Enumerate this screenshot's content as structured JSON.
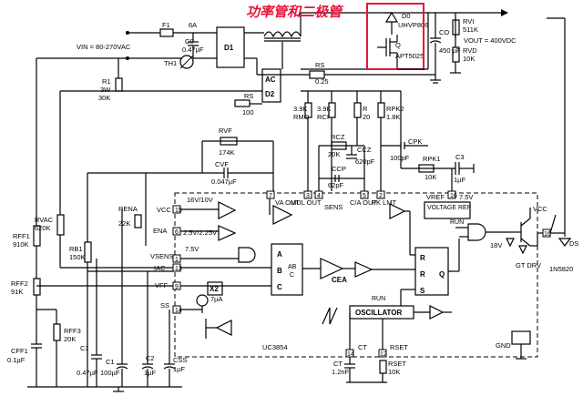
{
  "annotation": "功率管和二极管",
  "input": {
    "label": "VIN = 80-270VAC"
  },
  "output": {
    "label": "VOUT = 400VDC"
  },
  "chip": {
    "name": "UC3854"
  },
  "labels": {
    "f1": "F1",
    "f1v": "6A",
    "c0": "C0",
    "c0v": "0.47µF",
    "th1": "TH1",
    "d1": "D1",
    "d0": "D0",
    "d0v": "UHVP806",
    "q": "Q",
    "qv": "APT5025",
    "rvi": "RVI",
    "rviv": "511K",
    "co": "CO",
    "cov": "450 µF",
    "rvd": "RVD",
    "rvdv": "10K",
    "rs": "RS",
    "rsv": "0.25",
    "r1": "R1",
    "r1v": "3W",
    "r1v2": "30K",
    "rs2": "RS",
    "rs2v": "100",
    "ac": "AC",
    "d2": "D2",
    "rmo": "RMO",
    "rmov": "3.9K",
    "rci": "RCI",
    "rciv": "3.9K",
    "r20": "R",
    "r20v": "20",
    "rpk2": "RPK2",
    "rpk2v": "1.8K",
    "rvf": "RVF",
    "rvfv": "174K",
    "cvf": "CVF",
    "cvfv": "0.047µF",
    "rcz": "RCZ",
    "rczv": "20K",
    "ccz": "CCZ",
    "cczv": "620pF",
    "ccp": "CCP",
    "ccpv": "62pF",
    "cpk": "CPK",
    "cpkv": "100pF",
    "rpk1": "RPK1",
    "rpk1v": "10K",
    "c3": "C3",
    "c3v": "1µF",
    "vaout": "VA OUT",
    "mulout": "MUL OUT",
    "sens": "SENS",
    "caout": "C/A OUT",
    "pklmt": "PK LMT",
    "vref": "VREF",
    "vrefv": "7.5V",
    "vreg": "VOLTAGE REF",
    "run": "RUN",
    "vcc": "VCC",
    "rena": "RENA",
    "r22k": "22K",
    "l16v": "16V/10V",
    "ena": "ENA",
    "l25v": "2.5V/2.25V",
    "vsens": "VSENS",
    "iac": "IAC",
    "l75v": "7.5V",
    "vff": "VFF",
    "ss": "SS",
    "l7ua": "7µA",
    "x2": "X2",
    "cea": "CEA",
    "osc": "OSCILLATOR",
    "run2": "RUN",
    "rff1": "RFF1",
    "rff1v": "910K",
    "rvac": "RVAC",
    "rvacv": "620K",
    "rb1": "RB1",
    "rb1v": "150K",
    "rff2": "RFF2",
    "rff2v": "91K",
    "rff3": "RFF3",
    "rff3v": "20K",
    "cff1": "CFF1",
    "cff1v": "0.1µF",
    "c1a": "C1",
    "c1av": "0.47µF",
    "c1b": "C1",
    "c1bv": "100µF",
    "c2": "C2",
    "c2v": "1µF",
    "css": "CSS",
    "cssv": "1µF",
    "ct": "CT",
    "ctv": "1.2nF",
    "rset": "RSET",
    "rsetv": "10K",
    "gnd": "GND",
    "l18v": "18V",
    "gtdrv": "GT DRV",
    "ds": "DS",
    "ds2": "1N5820",
    "vcc2": "VCC"
  },
  "pins": [
    "7",
    "3",
    "4",
    "6",
    "5",
    "2",
    "1",
    "9",
    "10",
    "8",
    "11",
    "12",
    "13",
    "16",
    "15",
    "14",
    "12",
    "3"
  ]
}
